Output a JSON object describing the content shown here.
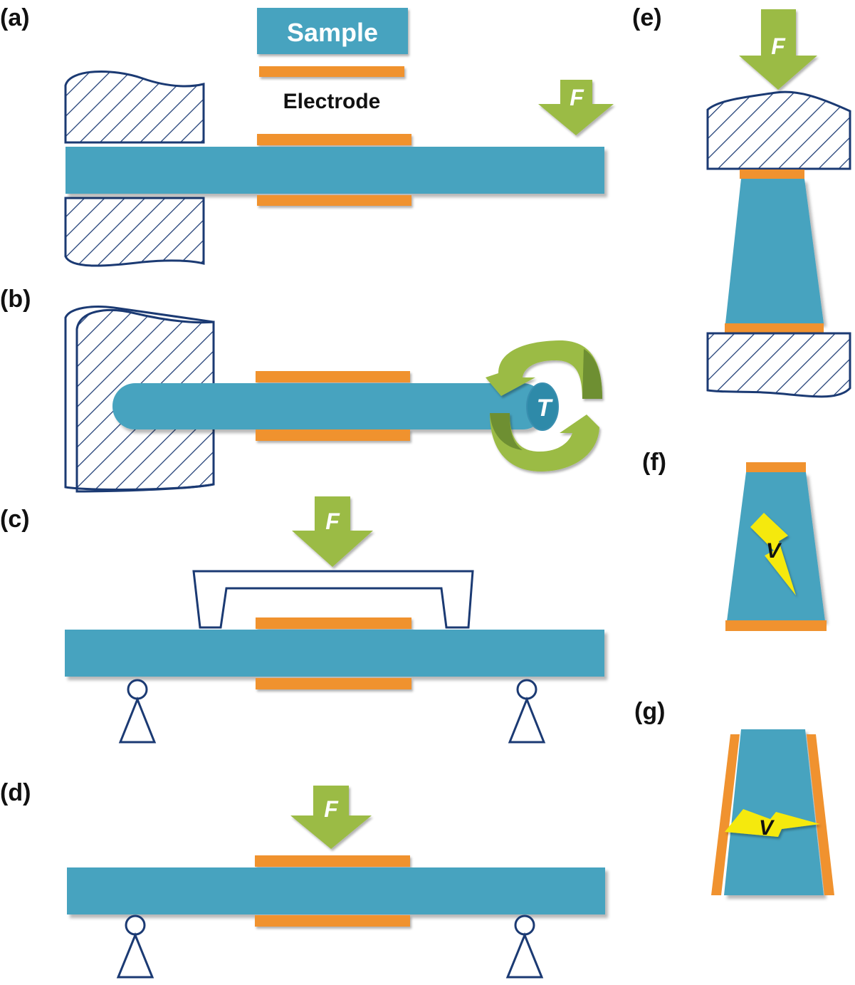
{
  "colors": {
    "sample": "#47A3BF",
    "electrode": "#F0922F",
    "outline": "#1B3A73",
    "force_arrow": "#9BBB45",
    "torque_light": "#9BBB45",
    "torque_dark": "#6E8F32",
    "bolt": "#F5E90C",
    "background": "#FFFFFF"
  },
  "legend": {
    "sample_label": "Sample",
    "electrode_label": "Electrode"
  },
  "symbols": {
    "force": "F",
    "torque": "T",
    "voltage": "V"
  },
  "panels": {
    "a": "(a)",
    "b": "(b)",
    "c": "(c)",
    "d": "(d)",
    "e": "(e)",
    "f": "(f)",
    "g": "(g)"
  }
}
